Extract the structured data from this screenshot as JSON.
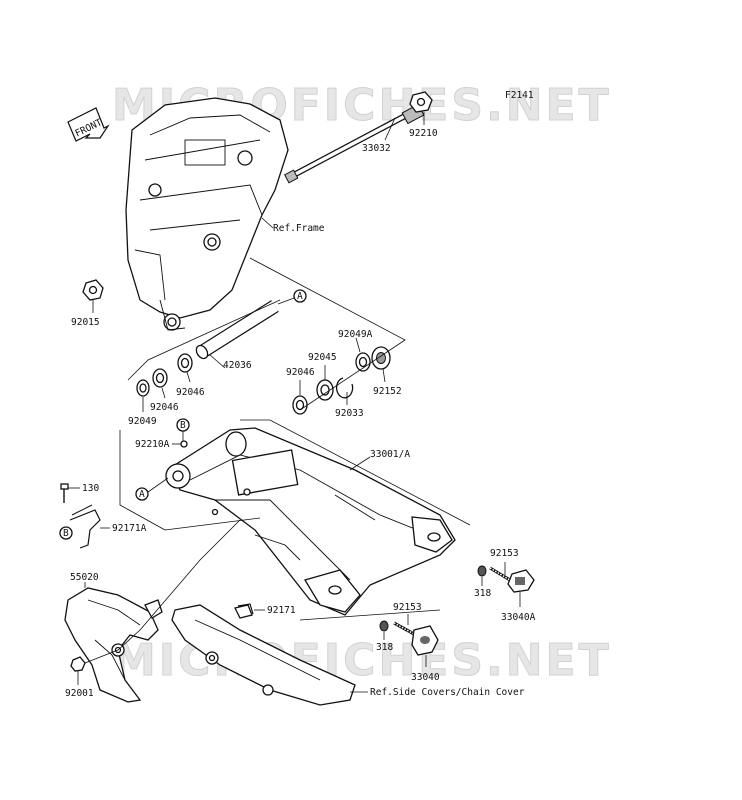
{
  "diagram": {
    "code": "F2141",
    "watermark": "MICROFICHES.NET",
    "front_tag": "FRONT",
    "refs": {
      "frame": "Ref.Frame",
      "covers": "Ref.Side Covers/Chain Cover"
    },
    "callouts": {
      "a": "A",
      "b": "B"
    },
    "parts": {
      "p92210": "92210",
      "p33032": "33032",
      "p92015": "92015",
      "p42036": "42036",
      "p92049A": "92049A",
      "p92045": "92045",
      "p92046_right": "92046",
      "p92046_left": "92046",
      "p92046_mid": "92046",
      "p92152": "92152",
      "p92033": "92033",
      "p92049": "92049",
      "p92210A": "92210A",
      "p33001A": "33001/A",
      "p130": "130",
      "p92171A": "92171A",
      "p55020": "55020",
      "p92171": "92171",
      "p92153_right": "92153",
      "p92153_mid": "92153",
      "p318_right": "318",
      "p318_mid": "318",
      "p33040A": "33040A",
      "p33040": "33040",
      "p92001": "92001"
    }
  }
}
